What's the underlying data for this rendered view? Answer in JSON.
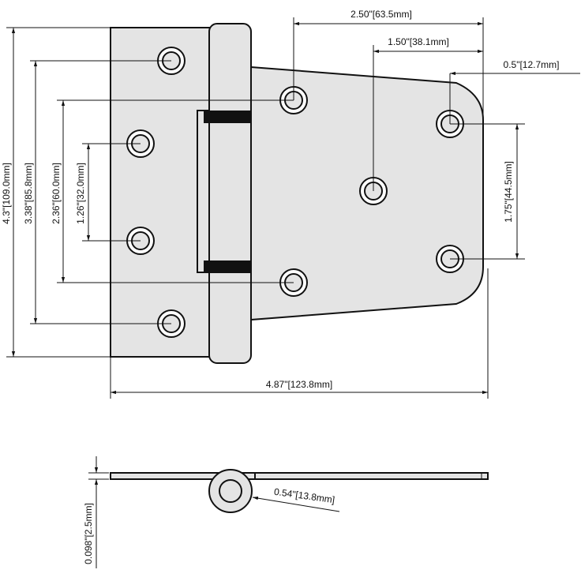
{
  "dimensions": {
    "overall_height": "4.3\"[109.0mm]",
    "outer_hole_spacing": "3.38\"[85.8mm]",
    "strap_hole_spacing": "2.36\"[60.0mm]",
    "inner_hole_spacing": "1.26\"[32.0mm]",
    "strap_offset_1": "2.50\"[63.5mm]",
    "strap_offset_2": "1.50\"[38.1mm]",
    "strap_offset_3": "0.5\"[12.7mm]",
    "end_hole_spacing": "1.75\"[44.5mm]",
    "overall_width": "4.87\"[123.8mm]",
    "thickness": "0.098\"[2.5mm]",
    "knuckle_diameter": "0.54\"[13.8mm]"
  }
}
